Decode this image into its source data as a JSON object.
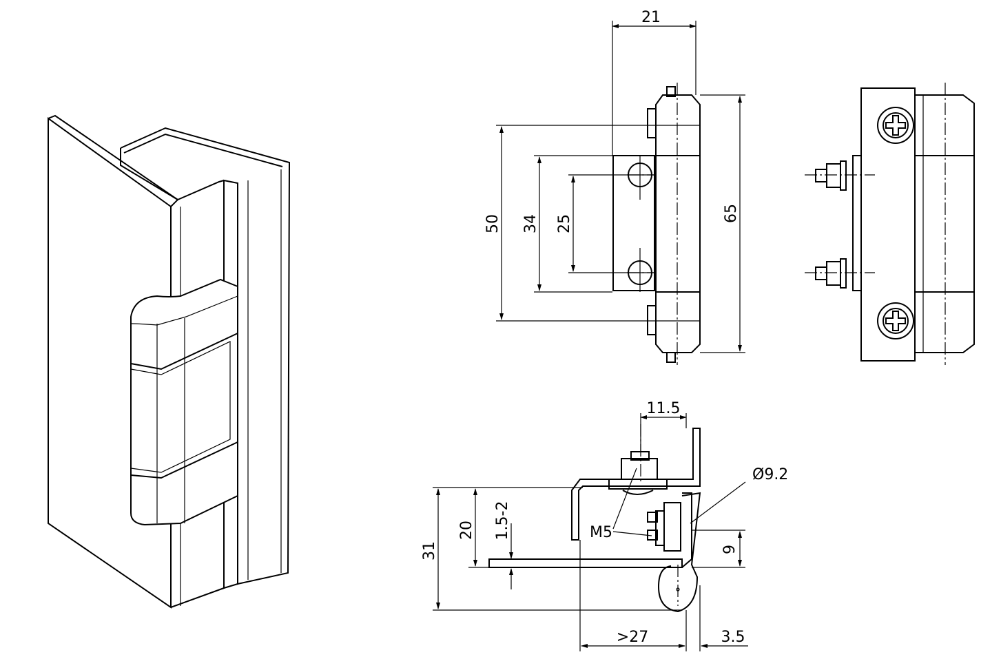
{
  "dimensions": {
    "front_width": "21",
    "front_height": "65",
    "bolt_spacing": "50",
    "leaf_height": "34",
    "hole_spacing": "25",
    "side_offset": "11.5",
    "side_hole_dia": "Ø9.2",
    "side_thread": "M5",
    "side_height_total": "31",
    "side_height_inner": "20",
    "side_gap": "1.5-2",
    "side_pin_height": "9",
    "side_depth": ">27",
    "side_thickness": "3.5"
  }
}
